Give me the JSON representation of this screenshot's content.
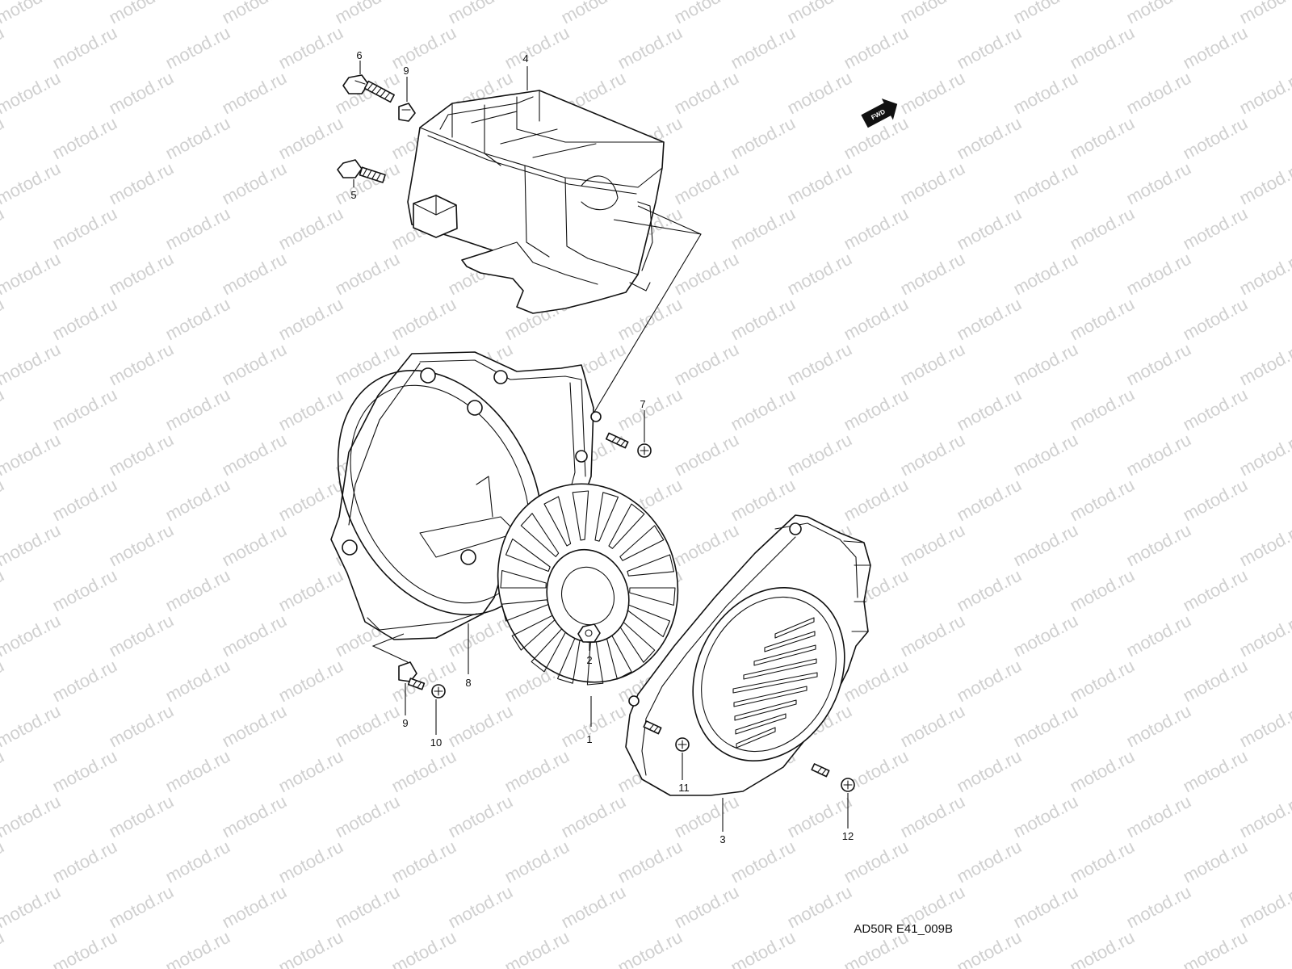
{
  "diagram": {
    "code": "AD50R E41_009B",
    "watermark": "motod.ru",
    "fwd_label": "FWD",
    "callouts": [
      "1",
      "2",
      "3",
      "4",
      "5",
      "6",
      "7",
      "8",
      "9",
      "9",
      "10",
      "11",
      "12"
    ]
  }
}
